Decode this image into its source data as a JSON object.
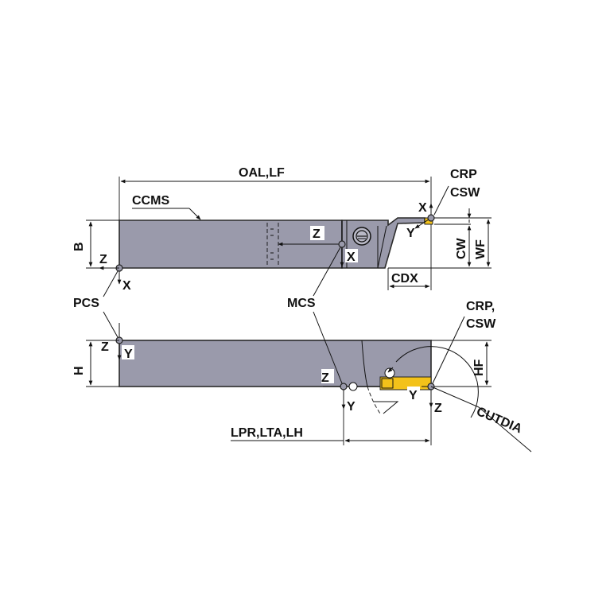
{
  "labels": {
    "oal_lf": "OAL,LF",
    "ccms": "CCMS",
    "crp": "CRP",
    "csw": "CSW",
    "crp_csw_line1": "CRP,",
    "crp_csw_line2": "CSW",
    "b": "B",
    "h": "H",
    "cw": "CW",
    "wf": "WF",
    "hf": "HF",
    "cdx": "CDX",
    "pcs": "PCS",
    "mcs": "MCS",
    "lpr_lta_lh": "LPR,LTA,LH",
    "cutdia": "CUTDIA"
  },
  "axes": {
    "x": "X",
    "y": "Y",
    "z": "Z"
  },
  "colors": {
    "tool_body": "#9a9aab",
    "insert": "#f3c21a",
    "outline": "#2a2a2a",
    "background": "#ffffff"
  }
}
